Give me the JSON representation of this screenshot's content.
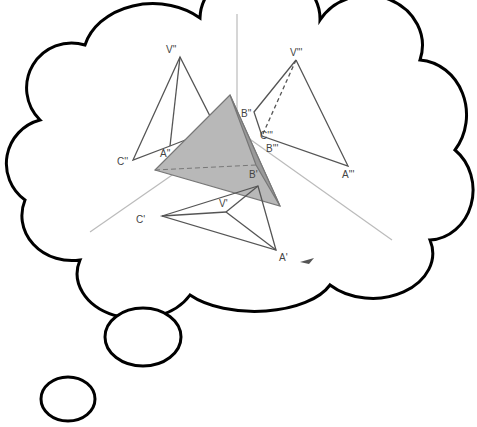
{
  "diagram": {
    "labels": [
      "V''",
      "B''",
      "C''",
      "A''",
      "V'''",
      "C'''",
      "B'''",
      "A'''",
      "B'",
      "C'",
      "V'",
      "A'"
    ]
  }
}
